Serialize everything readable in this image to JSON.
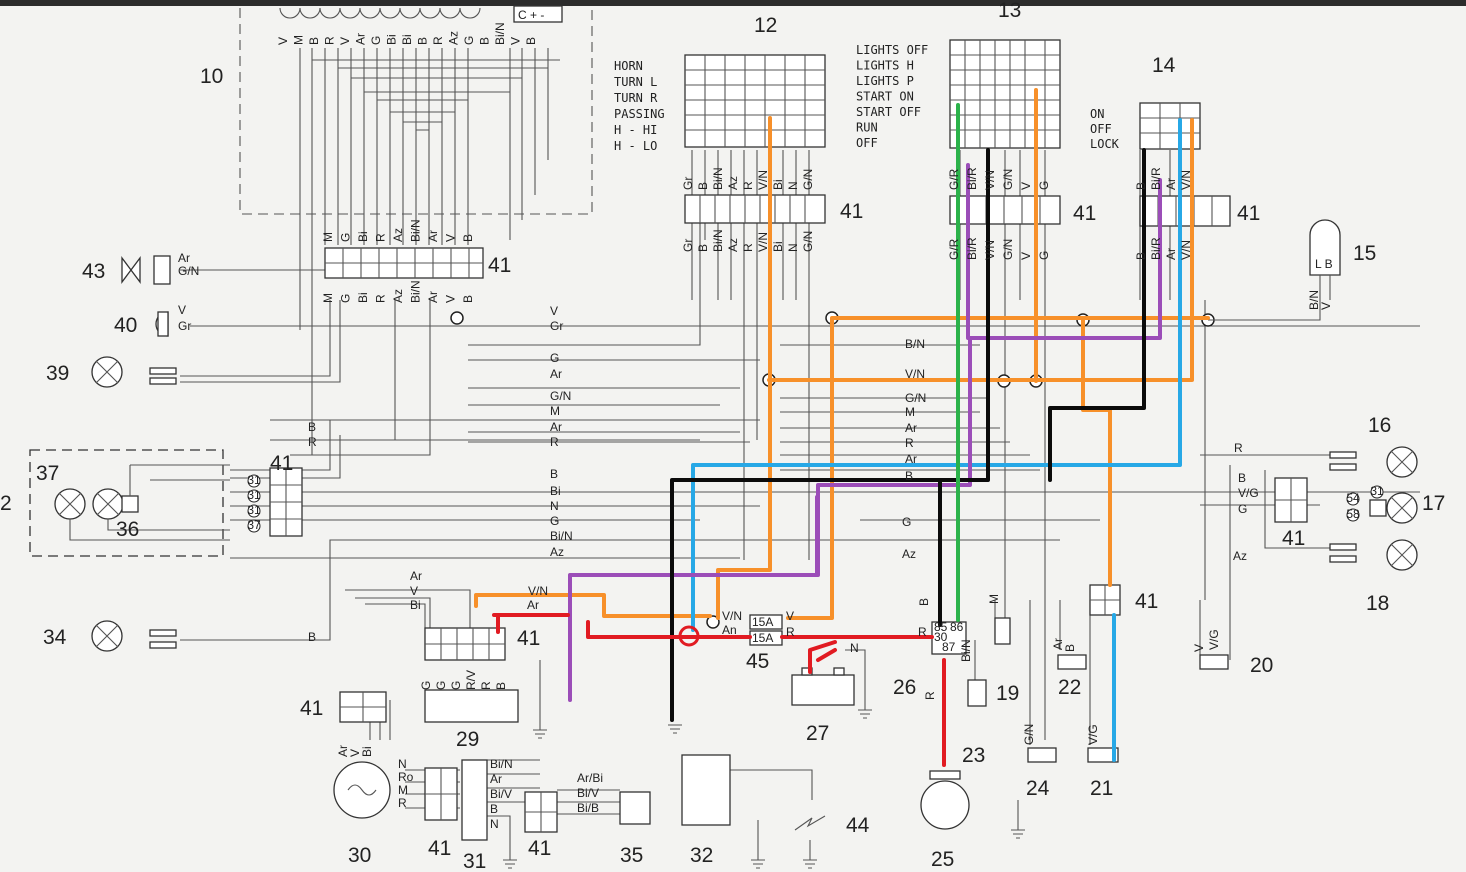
{
  "diagram": {
    "numbers": {
      "n2": "2",
      "n10": "10",
      "n12": "12",
      "n13": "13",
      "n14": "14",
      "n15": "15",
      "n16": "16",
      "n17": "17",
      "n18": "18",
      "n19": "19",
      "n20": "20",
      "n21": "21",
      "n22": "22",
      "n23": "23",
      "n24": "24",
      "n25": "25",
      "n26": "26",
      "n27": "27",
      "n29": "29",
      "n30": "30",
      "n31": "31",
      "n32": "32",
      "n34": "34",
      "n35": "35",
      "n36": "36",
      "n37": "37",
      "n39": "39",
      "n40": "40",
      "n41": "41",
      "n43": "43",
      "n44": "44",
      "n45": "45"
    },
    "switch12_labels": [
      "HORN",
      "TURN L",
      "TURN R",
      "PASSING",
      "H - HI",
      "H - LO"
    ],
    "switch13_labels": [
      "LIGHTS OFF",
      "LIGHTS H",
      "LIGHTS P",
      "START ON",
      "START OFF",
      "RUN",
      "OFF"
    ],
    "switch14_labels": [
      "ON",
      "OFF",
      "LOCK"
    ],
    "conn10_pins": [
      "V",
      "M",
      "B",
      "R",
      "V",
      "Ar",
      "G",
      "Bi",
      "Bi",
      "B",
      "R",
      "Az",
      "G",
      "B",
      "Bi/N",
      "V",
      "B"
    ],
    "conn10_cap": "C + -",
    "conn41_main_pins": [
      "M",
      "G",
      "Bi",
      "R",
      "Az",
      "Bi/N",
      "Ar",
      "V",
      "B"
    ],
    "conn41_12_pins": [
      "Gr",
      "B",
      "Bi/N",
      "Az",
      "R",
      "V/N",
      "Bi",
      "N",
      "G/N"
    ],
    "conn41_13_pins": [
      "G/R",
      "Bi/R",
      "V/N",
      "G/N",
      "V",
      "G"
    ],
    "conn41_14_pins": [
      "B",
      "Bi/R",
      "Ar",
      "V/N"
    ],
    "wire_labels": {
      "w43a": "Ar",
      "w43b": "G/N",
      "w40a": "V",
      "w40b": "Gr",
      "w_V": "V",
      "w_Gr": "Gr",
      "w_G": "G",
      "w_Ar": "Ar",
      "w_GN": "G/N",
      "w_M": "M",
      "w_Ar2": "Ar",
      "w_R": "R",
      "w_B": "B",
      "w_R2": "R",
      "w_B2": "B",
      "w_Bi": "Bi",
      "w_N": "N",
      "w_G2": "G",
      "w_BiN": "Bi/N",
      "w_Az": "Az",
      "w_BN": "B/N",
      "w_VN": "V/N",
      "w_GN2": "G/N",
      "w_M2": "M",
      "w_Ar3": "Ar",
      "w_R3": "R",
      "w_Ar4": "Ar",
      "w_B3": "B",
      "w_G3": "G",
      "w_Az2": "Az",
      "w_R4": "R",
      "w_B4": "B",
      "w_VG": "V/G",
      "w_G4": "G",
      "w_Az3": "Az",
      "w_B34": "B",
      "w_Ar5": "Ar",
      "w_V5": "V",
      "w_Bi5": "Bi",
      "w_VN5": "V/N",
      "w_Ar6": "Ar",
      "w_VN6": "V/N",
      "w_An": "An",
      "w_V6": "V",
      "w_R6": "R",
      "w_N6": "N",
      "w_R7": "R",
      "w_B7": "B",
      "w_R8": "R",
      "w_M9": "M",
      "w_BiN9": "Bi/N",
      "w_Ar10": "Ar",
      "w_B10": "B",
      "w_GN11": "G/N",
      "w_VG12": "V/G",
      "w_V13": "V",
      "w_VG14": "V/G",
      "w_BN15": "B/N",
      "w_V15": "V"
    },
    "gen_labels": [
      "N",
      "Ro",
      "M",
      "R"
    ],
    "reg_labels": [
      "Bi/N",
      "Ar",
      "Bi/V",
      "B",
      "N"
    ],
    "c41b_labels": [
      "Ar/Bi",
      "Bi/V",
      "Bi/B"
    ],
    "c29_pins": [
      "G",
      "G",
      "G",
      "R/V",
      "R",
      "B"
    ],
    "c30_pins": [
      "Ar",
      "V",
      "Bi"
    ],
    "fuse": [
      "15A",
      "15A"
    ],
    "relay": [
      "85",
      "86",
      "30",
      "87"
    ],
    "pins_2": [
      "31",
      "31",
      "31",
      "37"
    ],
    "pins_17": [
      "54",
      "31",
      "58"
    ],
    "switch15": "L B",
    "wire_colors": {
      "orange": "#f7902a",
      "blue": "#27a8e6",
      "purple": "#9b4db8",
      "black": "#0b0b0b",
      "green": "#2bb24a",
      "red": "#e11b22"
    }
  }
}
